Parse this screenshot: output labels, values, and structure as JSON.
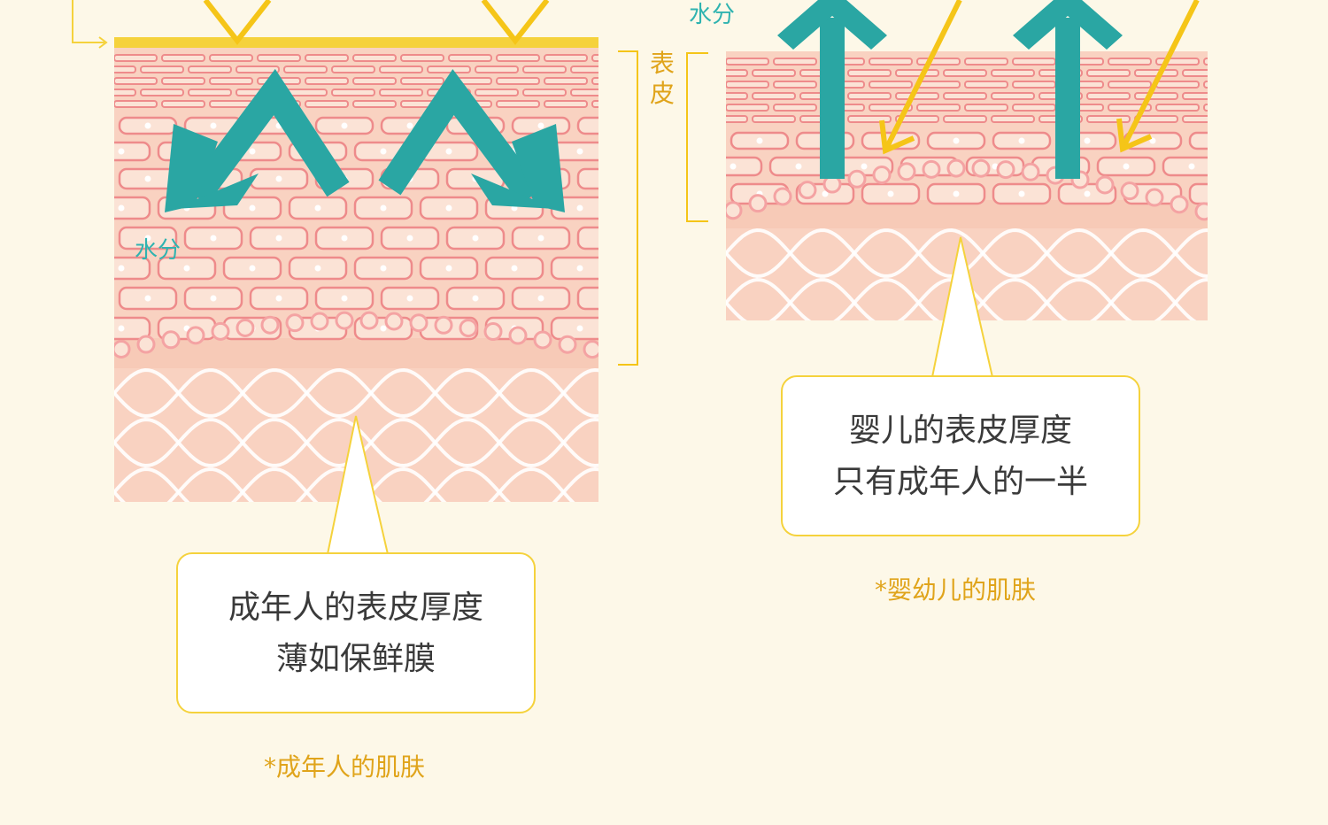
{
  "colors": {
    "background": "#fdf8e8",
    "skin_light": "#f9d2c1",
    "skin_cell_border": "#ee8b8b",
    "skin_cell_fill": "#fbe3d6",
    "basal_cell": "#f4a3a3",
    "membrane": "#f5d23c",
    "moisture_arrow": "#2aa6a3",
    "uv_arrow": "#f5c518",
    "accent_text": "#e0a41b",
    "moisture_text": "#2fb3b0"
  },
  "adult": {
    "moisture_label": "水分",
    "epidermis_label": "表皮",
    "callout": {
      "line1": "成年人的表皮厚度",
      "line2": "薄如保鲜膜"
    },
    "caption": "*成年人的肌肤"
  },
  "infant": {
    "moisture_label": "水分",
    "callout": {
      "line1": "婴儿的表皮厚度",
      "line2": "只有成年人的一半"
    },
    "caption": "*婴幼儿的肌肤"
  }
}
